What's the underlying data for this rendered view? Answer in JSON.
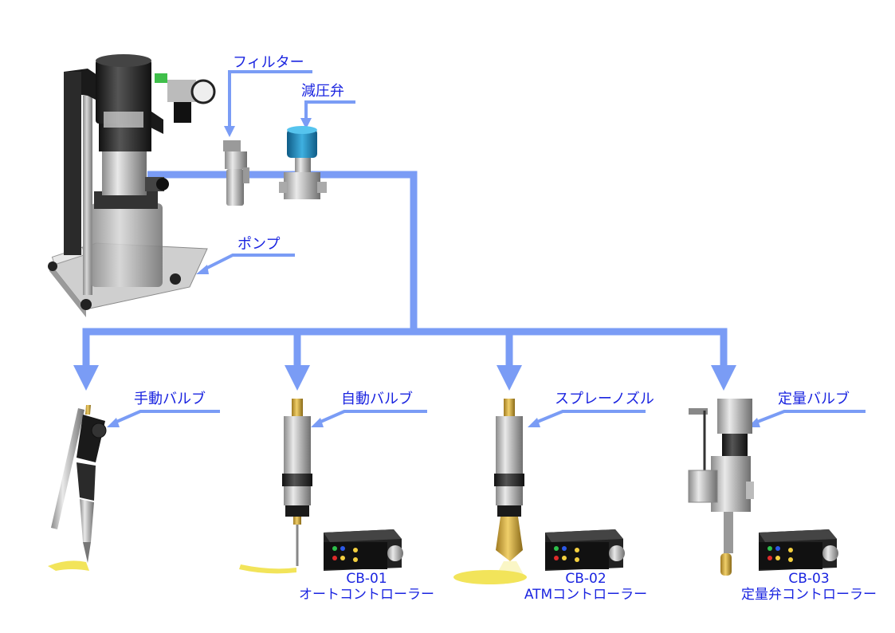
{
  "labels": {
    "filter": "フィルター",
    "regulator": "減圧弁",
    "pump": "ポンプ",
    "manual_valve": "手動バルブ",
    "auto_valve": "自動バルブ",
    "spray_nozzle": "スプレーノズル",
    "metering_valve": "定量バルブ"
  },
  "controllers": [
    {
      "model": "CB-01",
      "name": "オートコントローラー"
    },
    {
      "model": "CB-02",
      "name": "ATMコントローラー"
    },
    {
      "model": "CB-03",
      "name": "定量弁コントローラー"
    }
  ],
  "colors": {
    "pipe": "#7a9cf5",
    "label_text": "#1a24e0",
    "glue": "#f2e45a",
    "valve_blue": "#1e88b8"
  }
}
